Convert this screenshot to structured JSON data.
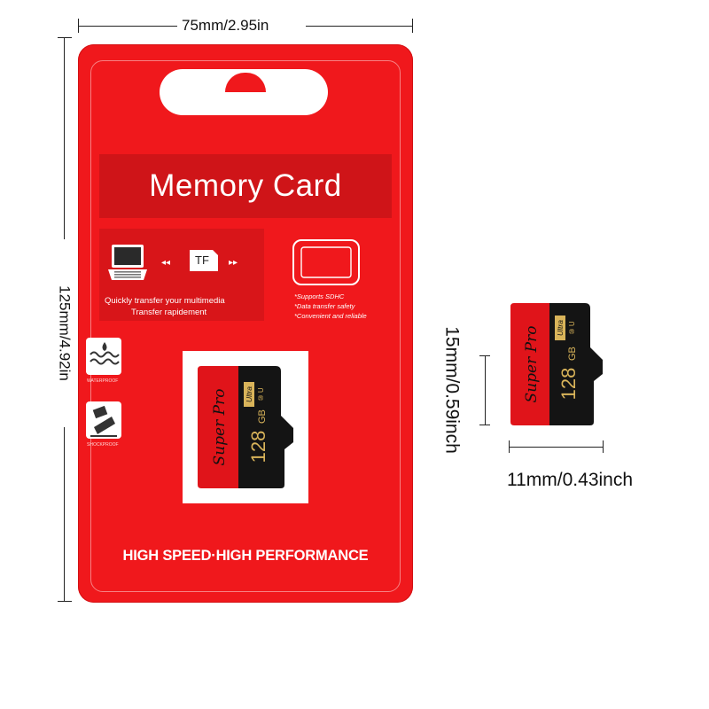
{
  "dimensions": {
    "width_label": "75mm/2.95in",
    "height_label": "125mm/4.92in",
    "card_height_label": "15mm/0.59inch",
    "card_width_label": "11mm/0.43inch"
  },
  "package": {
    "title": "Memory Card",
    "tf_label": "TF",
    "transfer_lines": [
      "Quickly transfer your multimedia",
      "Transfer rapidement"
    ],
    "features": [
      "*Supports SDHC",
      "*Data transfer safety",
      "*Convenient and reliable"
    ],
    "side_icons": [
      {
        "icon": "waterproof-icon",
        "label": "WATERPROOF"
      },
      {
        "icon": "shockproof-icon",
        "label": "SHOCKPROOF"
      }
    ],
    "slogan": "HIGH SPEED·HIGH PERFORMANCE"
  },
  "card": {
    "brand": "Super Pro",
    "capacity": "128",
    "unit": "GB",
    "badge": "Ultra",
    "class_mark": "⑩ U",
    "colors": {
      "left": "#e0141a",
      "right": "#141414",
      "gold": "#d9b45a"
    }
  }
}
